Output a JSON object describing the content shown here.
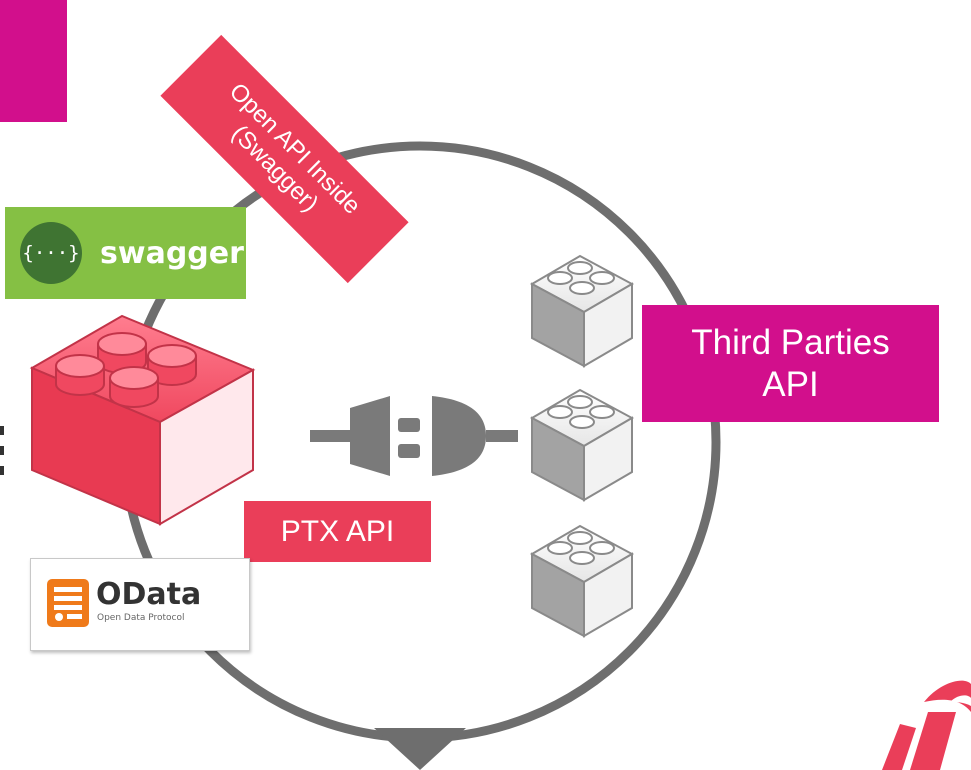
{
  "ribbon": {
    "line1": "Open API Inside",
    "line2": "(Swagger)"
  },
  "swagger": {
    "mark": "{···}",
    "name": "swagger",
    "icon": "swagger-braces-icon"
  },
  "third_parties": {
    "line1": "Third Parties",
    "line2": "API"
  },
  "ptx": {
    "label": "PTX API"
  },
  "odata": {
    "name": "OData",
    "subtitle": "Open Data Protocol",
    "icon": "odata-table-icon"
  },
  "colors": {
    "magenta": "#d20f8c",
    "coral": "#ea3e59",
    "swagger_green": "#85c044",
    "circle_gray": "#6e6e6e",
    "brick_gray": "#9a9a9a"
  }
}
